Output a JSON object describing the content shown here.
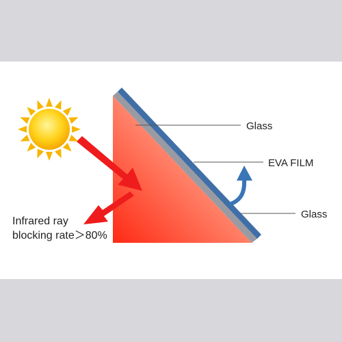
{
  "labels": {
    "glass_top": "Glass",
    "eva_film": "EVA FILM",
    "glass_bottom": "Glass",
    "infrared_line1": "Infrared ray",
    "infrared_line2": "blocking rate＞80%"
  },
  "colors": {
    "background": "#d7d7dc",
    "panel": "#ffffff",
    "glass_outer": "#3f6fa6",
    "eva_layer": "#9a9aa3",
    "sun_core": "#ffd21a",
    "sun_rays": "#f7b500",
    "heat_arrow": "#ee1c1c",
    "reflect_arrow": "#3a76b5",
    "wedge_light": "#ffd9cc",
    "wedge_dark": "#ff2a14"
  },
  "icons": {
    "sun": "sun-icon",
    "incoming_ray": "red-arrow-icon",
    "blocked_ray": "red-arrow-icon",
    "reflected_ray": "blue-curved-arrow-icon"
  }
}
